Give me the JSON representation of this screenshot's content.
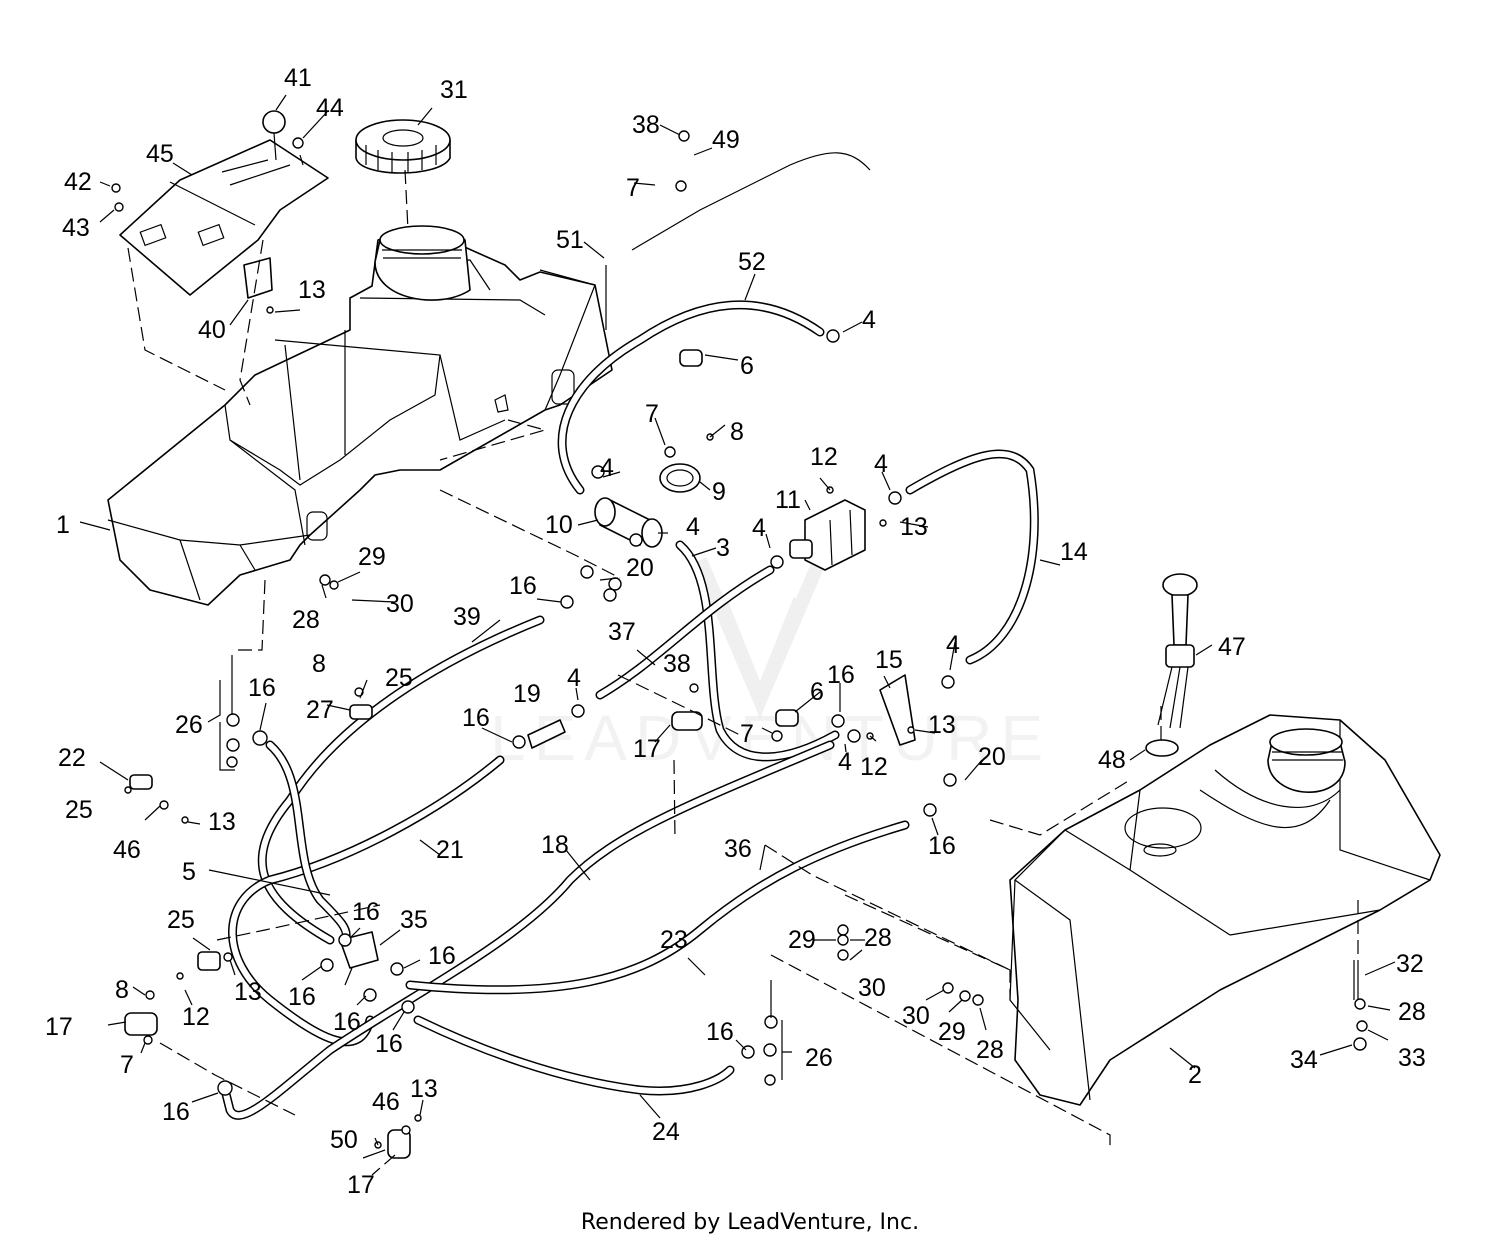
{
  "footer": "Rendered by LeadVenture, Inc.",
  "watermark": "LEADVENTURE",
  "callouts": [
    "1",
    "2",
    "3",
    "4",
    "5",
    "6",
    "7",
    "8",
    "9",
    "10",
    "11",
    "12",
    "13",
    "14",
    "15",
    "16",
    "17",
    "18",
    "19",
    "20",
    "21",
    "22",
    "23",
    "24",
    "25",
    "26",
    "27",
    "28",
    "29",
    "30",
    "31",
    "32",
    "33",
    "34",
    "35",
    "36",
    "37",
    "38",
    "39",
    "40",
    "41",
    "42",
    "43",
    "44",
    "45",
    "46",
    "47",
    "48",
    "49",
    "50",
    "51",
    "52"
  ]
}
